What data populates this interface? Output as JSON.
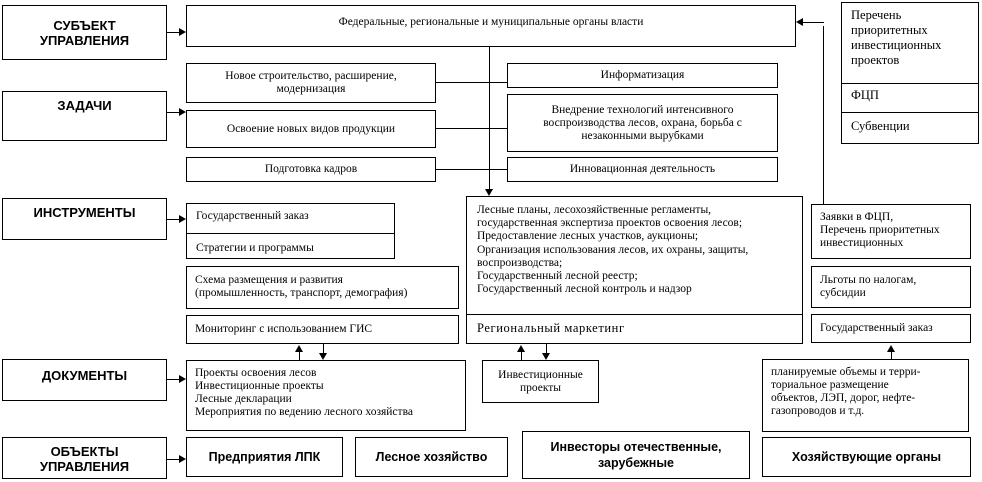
{
  "headers": {
    "subject": "СУБЪЕКТ\nУПРАВЛЕНИЯ",
    "tasks": "ЗАДАЧИ",
    "tools": "ИНСТРУМЕНТЫ",
    "documents": "ДОКУМЕНТЫ",
    "objects": "ОБЪЕКТЫ\nУПРАВЛЕНИЯ"
  },
  "authorities": "Федеральные, региональные и муниципальные органы власти",
  "tasks": {
    "new_construction": "Новое строительство, расширение,\nмодернизация",
    "new_products": "Освоение новых видов продукции",
    "training": "Подготовка кадров",
    "informatization": "Информатизация",
    "intensive_technologies": "Внедрение технологий интенсивного\nвоспроизводства лесов, охрана, борьба с\nнезаконными вырубками",
    "innovation": "Инновационная деятельность"
  },
  "priority_list": {
    "title": "Перечень\nприоритетных\nинвестиционных\nпроектов",
    "fcp": "ФЦП",
    "subsidies": "Субвенции"
  },
  "tools_left": {
    "state_order": "Государственный заказ",
    "strategies": "Стратегии и программы",
    "placement_scheme": "Схема размещения и развития\n(промышленность, транспорт, демография)",
    "gis_monitoring": "Мониторинг с использованием ГИС"
  },
  "forest_tools": {
    "text": "Лесные планы, лесохозяйственные регламенты,\nгосударственная экспертиза проектов освоения лесов;\nПредоставление лесных участков, аукционы;\nОрганизация использования лесов, их охраны, защиты,\nвоспроизводства;\nГосударственный лесной реестр;\nГосударственный лесной контроль и надзор",
    "regional_marketing": "Региональный маркетинг"
  },
  "tools_right": {
    "applications": "Заявки в ФЦП,\nПеречень приоритетных\nинвестиционных",
    "tax_benefits": "Льготы по налогам,\nсубсидии",
    "state_order": "Государственный заказ"
  },
  "documents": {
    "forest_projects": "Проекты освоения лесов\nИнвестиционные проекты\nЛесные декларации\nМероприятия по ведению лесного хозяйства",
    "investment_projects": "Инвестиционные\nпроекты",
    "planned_volumes": "планируемые объемы и терри-\nториальное размещение\nобъектов, ЛЭП, дорог, нефте-\nгазопроводов и т.д."
  },
  "objects": {
    "lpk": "Предприятия ЛПК",
    "forestry": "Лесное хозяйство",
    "investors": "Инвесторы отечественные,\nзарубежные",
    "bodies": "Хозяйствующие органы"
  }
}
